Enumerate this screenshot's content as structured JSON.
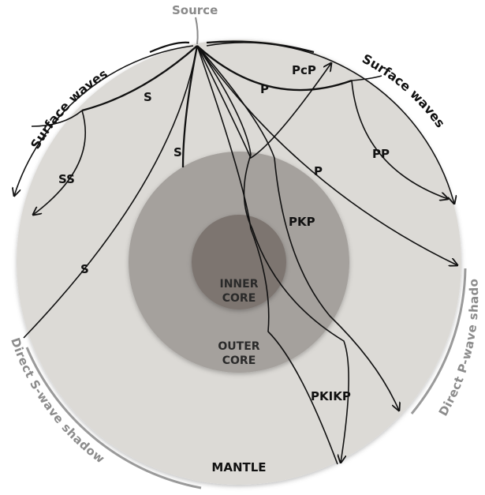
{
  "source_label": "Source",
  "layers": {
    "mantle": "MANTLE",
    "outer_core": [
      "OUTER",
      "CORE"
    ],
    "inner_core": [
      "INNER",
      "CORE"
    ]
  },
  "surface_waves": {
    "left": "Surface waves",
    "right": "Surface waves"
  },
  "shadows": {
    "s_wave": "Direct S-wave shadow",
    "p_wave": "Direct P-wave shadow"
  },
  "wave_labels": {
    "s_upper": "S",
    "s_mid": "S",
    "s_lower": "S",
    "ss": "SS",
    "p_upper": "P",
    "pcp": "PcP",
    "pp": "PP",
    "p_lower": "P",
    "pkp": "PKP",
    "pkikp": "PKIKP"
  },
  "colors": {
    "mantle": "#dcdad6",
    "outer_core": "#a5a19d",
    "inner_core": "#7d7470",
    "ray": "#111111",
    "shadow_text": "#8c8c8c"
  }
}
